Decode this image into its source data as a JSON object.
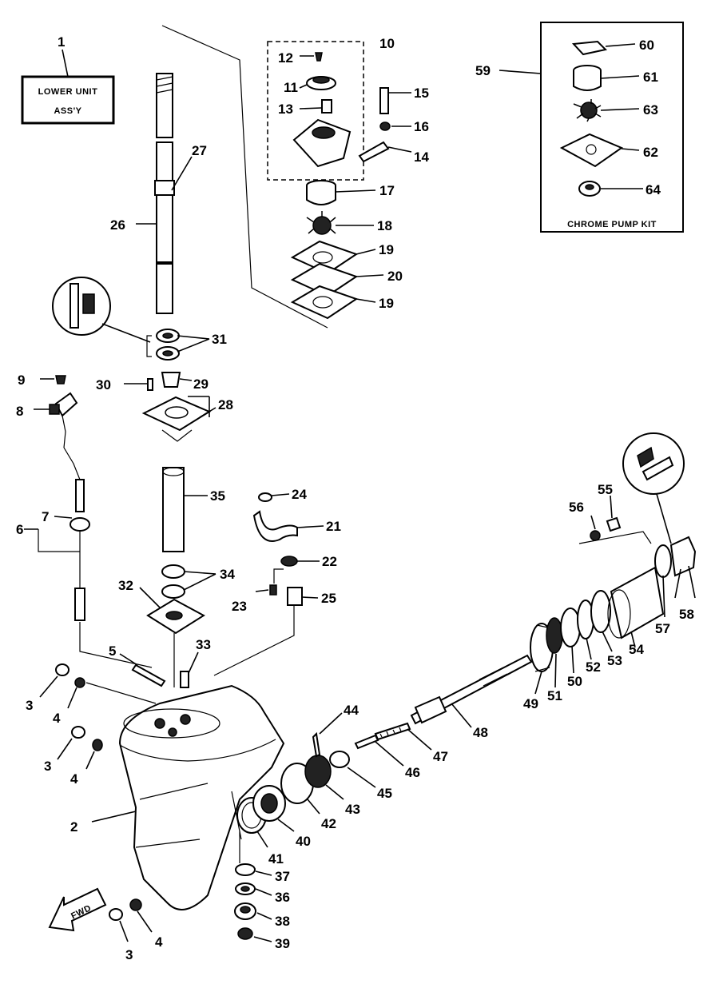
{
  "header_box": {
    "line1": "LOWER UNIT",
    "line2": "ASS'Y"
  },
  "kit_box": {
    "title": "CHROME PUMP KIT"
  },
  "fwd_arrow": {
    "text": "FWD"
  },
  "callouts": {
    "c1": "1",
    "c2": "2",
    "c3a": "3",
    "c3b": "3",
    "c3c": "3",
    "c4a": "4",
    "c4b": "4",
    "c4c": "4",
    "c5": "5",
    "c6": "6",
    "c7": "7",
    "c8": "8",
    "c9": "9",
    "c10": "10",
    "c11": "11",
    "c12": "12",
    "c13": "13",
    "c14": "14",
    "c15": "15",
    "c16": "16",
    "c17": "17",
    "c18": "18",
    "c19a": "19",
    "c19b": "19",
    "c20": "20",
    "c21": "21",
    "c22": "22",
    "c23": "23",
    "c24": "24",
    "c25": "25",
    "c26": "26",
    "c27": "27",
    "c28": "28",
    "c29": "29",
    "c30": "30",
    "c31": "31",
    "c32": "32",
    "c33": "33",
    "c34": "34",
    "c35": "35",
    "c36": "36",
    "c37": "37",
    "c38": "38",
    "c39": "39",
    "c40": "40",
    "c41": "41",
    "c42": "42",
    "c43": "43",
    "c44": "44",
    "c45": "45",
    "c46": "46",
    "c47": "47",
    "c48": "48",
    "c49": "49",
    "c50": "50",
    "c51": "51",
    "c52": "52",
    "c53": "53",
    "c54": "54",
    "c55": "55",
    "c56": "56",
    "c57": "57",
    "c58": "58",
    "c59": "59",
    "c60": "60",
    "c61": "61",
    "c62": "62",
    "c63": "63",
    "c64": "64"
  }
}
